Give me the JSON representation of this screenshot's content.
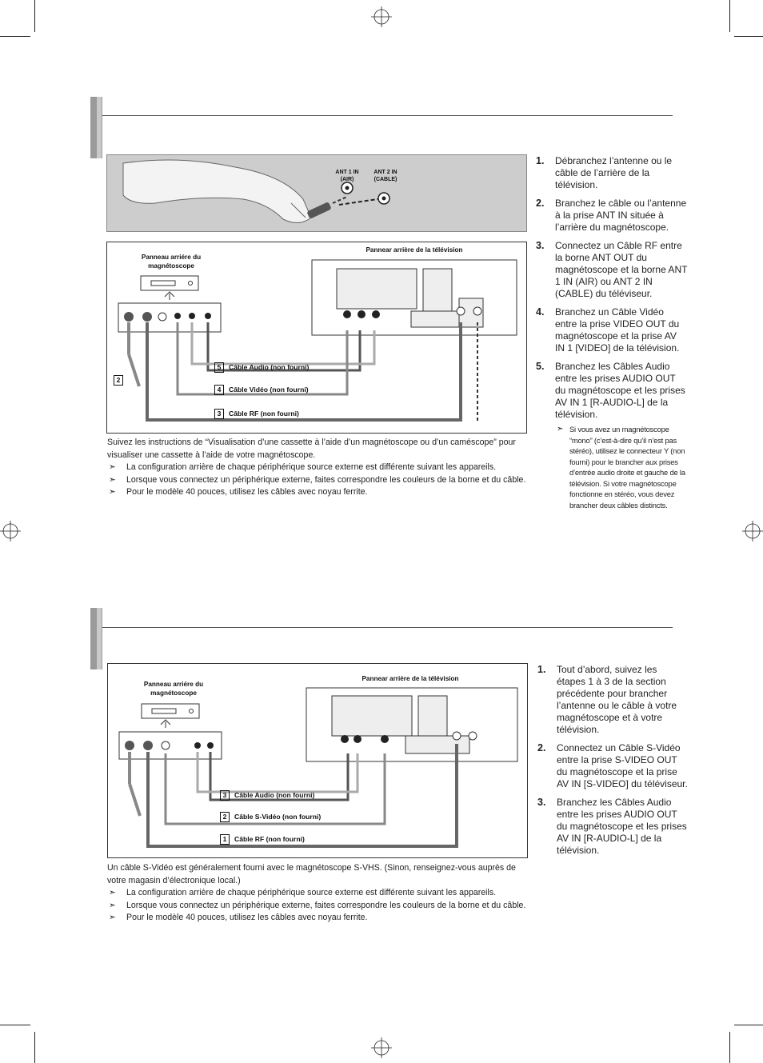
{
  "section1": {
    "antenna_labels": {
      "ant1": "ANT 1 IN (AIR)",
      "ant2": "ANT 2 IN (CABLE)"
    },
    "diagram": {
      "vcr_panel_label": "Panneau arriére du magnétoscope",
      "tv_panel_label": "Pannear arrière de la télévision",
      "cables": [
        {
          "num": "5",
          "label": "Câble Audio (non fourni)"
        },
        {
          "num": "4",
          "label": "Câble Vidéo (non fourni)"
        },
        {
          "num": "3",
          "label": "Câble RF (non fourni)"
        }
      ],
      "side_num": "2"
    },
    "steps": [
      {
        "num": "1.",
        "text": "Débranchez l’antenne ou le câble de l’arrière de la télévision."
      },
      {
        "num": "2.",
        "text": "Branchez le câble ou l’antenne à la prise ANT IN située à l’arrière du magnétoscope."
      },
      {
        "num": "3.",
        "text": "Connectez un Câble RF entre la borne ANT OUT du magnétoscope et la borne ANT 1 IN (AIR)  ou ANT 2 IN (CABLE) du téléviseur."
      },
      {
        "num": "4.",
        "text": "Branchez un Câble Vidéo entre la prise VIDEO OUT du magnétoscope et la prise AV IN 1 [VIDEO] de la télévision."
      },
      {
        "num": "5.",
        "text": "Branchez les Câbles Audio entre les prises AUDIO OUT du magnétoscope et les prises AV IN 1 [R-AUDIO-L] de la télévision."
      }
    ],
    "subnote": "Si vous avez un magnétoscope “mono” (c’est-à-dire qu’il n’est pas stéréo), utilisez le connecteur Y (non fourni) pour le brancher aux prises d’entrée audio droite et gauche de la télévision. Si votre magnétoscope fonctionne en stéréo, vous devez brancher deux câbles distincts.",
    "intro": "Suivez les instructions de “Visualisation d’une cassette à l’aide d’un magnétoscope ou d’un caméscope” pour visualiser une cassette à l’aide de votre magnétoscope.",
    "notes": [
      "La configuration arrière de chaque périphérique source externe est différente suivant les appareils.",
      "Lorsque vous connectez un périphérique externe, faites correspondre les couleurs de la borne et du câble.",
      "Pour le modèle 40 pouces, utilisez les câbles avec noyau ferrite."
    ]
  },
  "section2": {
    "diagram": {
      "vcr_panel_label": "Panneau arriére du magnétoscope",
      "tv_panel_label": "Pannear arrière de la télévision",
      "cables": [
        {
          "num": "3",
          "label": "Câble Audio (non fourni)"
        },
        {
          "num": "2",
          "label": "Câble S-Vidéo (non fourni)"
        },
        {
          "num": "1",
          "label": "Câble RF (non fourni)"
        }
      ]
    },
    "steps": [
      {
        "num": "1.",
        "text": "Tout d’abord, suivez les étapes 1 à 3 de la section précédente pour brancher l’antenne ou le câble à votre magnétoscope et à votre télévision."
      },
      {
        "num": "2.",
        "text": "Connectez un Câble S-Vidéo entre la prise S-VIDEO OUT du magnétoscope et la prise AV IN [S-VIDEO] du téléviseur."
      },
      {
        "num": "3.",
        "text": "Branchez les Câbles Audio entre les prises AUDIO OUT du magnétoscope et les prises AV IN [R-AUDIO-L] de la télévision."
      }
    ],
    "intro": "Un câble S-Vidéo est généralement fourni avec le magnétoscope S-VHS. (Sinon, renseignez-vous auprès de votre magasin d’électronique local.)",
    "notes": [
      "La configuration arrière de chaque périphérique source externe est différente suivant les appareils.",
      "Lorsque vous connectez un périphérique externe, faites correspondre les couleurs de la borne et du câble.",
      "Pour le modèle 40 pouces, utilisez les câbles avec noyau ferrite."
    ]
  },
  "icons": {
    "note_arrow": "➣"
  }
}
